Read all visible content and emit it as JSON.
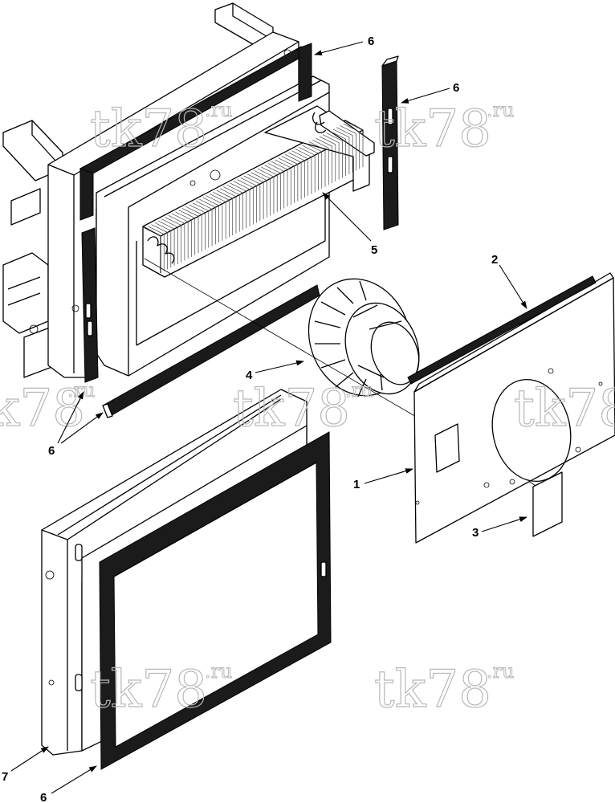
{
  "watermark": {
    "text": "tk78",
    "suffix": ".ru"
  },
  "callouts": [
    {
      "id": "c6a",
      "label": "6"
    },
    {
      "id": "c6b",
      "label": "6"
    },
    {
      "id": "c5",
      "label": "5"
    },
    {
      "id": "c2",
      "label": "2"
    },
    {
      "id": "c4",
      "label": "4"
    },
    {
      "id": "c6c",
      "label": "6"
    },
    {
      "id": "c1",
      "label": "1"
    },
    {
      "id": "c3",
      "label": "3"
    },
    {
      "id": "c7",
      "label": "7"
    },
    {
      "id": "c6d",
      "label": "6"
    }
  ]
}
